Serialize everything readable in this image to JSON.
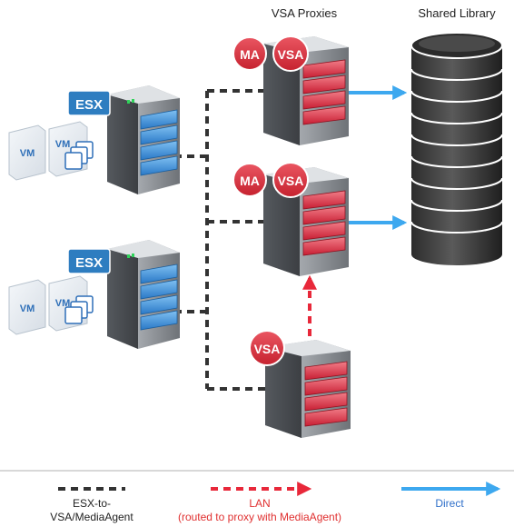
{
  "headers": {
    "vsa_proxies": "VSA Proxies",
    "shared_library": "Shared Library"
  },
  "hosts": [
    {
      "badge": "ESX",
      "vm_labels": [
        "VM",
        "VM"
      ]
    },
    {
      "badge": "ESX",
      "vm_labels": [
        "VM",
        "VM"
      ]
    }
  ],
  "proxies": [
    {
      "badges": [
        "MA",
        "VSA"
      ]
    },
    {
      "badges": [
        "MA",
        "VSA"
      ]
    },
    {
      "badges": [
        "VSA"
      ]
    }
  ],
  "legend": {
    "esx_line1": "ESX-to-",
    "esx_line2": "VSA/MediaAgent",
    "lan_line1": "LAN",
    "lan_line2": "(routed to proxy with MediaAgent)",
    "direct": "Direct"
  },
  "colors": {
    "dashed_black": "#333333",
    "lan_red": "#e8283a",
    "direct_blue": "#3da8ef",
    "badge_red": "#d9323e",
    "esx_blue": "#2e7dc0",
    "lan_text": "#e03030",
    "direct_text": "#2f6fc9"
  }
}
